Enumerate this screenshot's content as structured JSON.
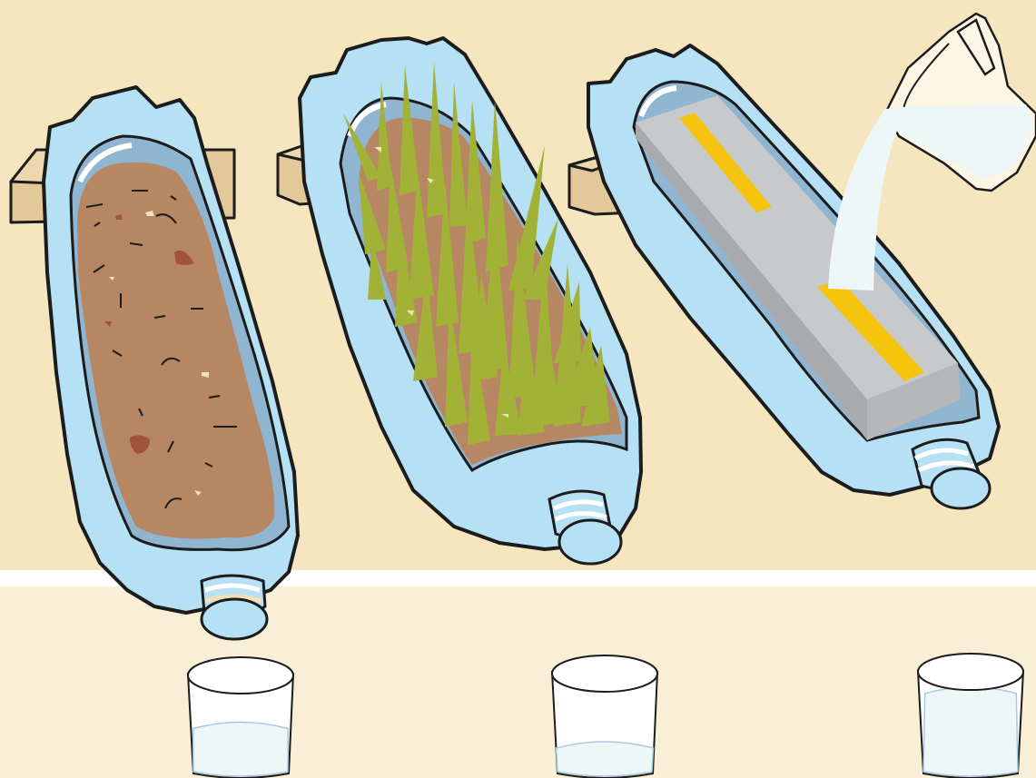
{
  "scene": {
    "description_text": "",
    "colors": {
      "background_wall": "#f5e6c0",
      "background_floor": "#f9efd6",
      "divider": "#ffffff",
      "bottle": "#b6e0f3",
      "bottle_inner": "#8fb5d0",
      "outline": "#1c1c1c",
      "soil": "#b68762",
      "grass": "#a2b236",
      "concrete_top": "#c8c9cb",
      "concrete_side": "#a9aaad",
      "road_stripe": "#f5c40e",
      "wood_block": "#e3c99a",
      "water": "#eef7f8",
      "water_line": "#a9c9dd"
    },
    "setups": [
      {
        "name": "soil-bottle",
        "surface": "soil",
        "runoff_level": 0.45
      },
      {
        "name": "grass-bottle",
        "surface": "grass",
        "runoff_level": 0.25
      },
      {
        "name": "concrete-bottle",
        "surface": "concrete",
        "runoff_level": 0.78
      }
    ],
    "icons": [
      "wood-block-icon",
      "plastic-bottle-icon",
      "water-jug-icon",
      "glass-icon"
    ]
  }
}
